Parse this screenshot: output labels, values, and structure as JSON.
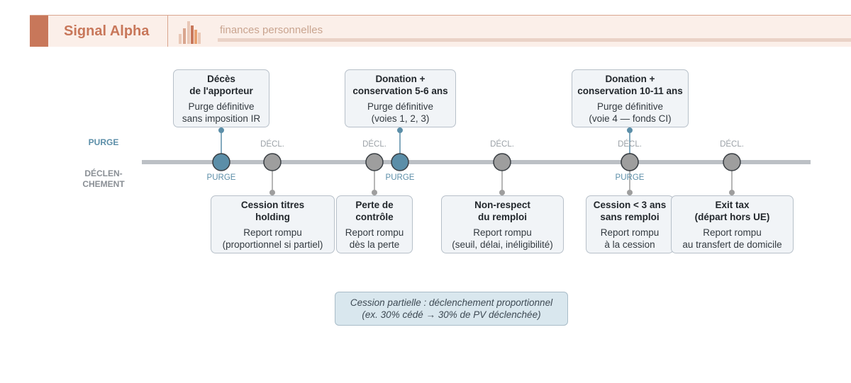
{
  "header": {
    "brand": "Signal Alpha",
    "subtitle": "finances personnelles",
    "logo_icon": "bar-chart-logo-icon"
  },
  "colors": {
    "accent": "#c8775a",
    "purge": "#5b8ea8",
    "decl": "#9e9e9e",
    "axis": "#bcc0c5",
    "box_bg": "#f1f4f7",
    "box_border": "#b7c0c9",
    "note_bg": "#d9e7ee"
  },
  "lanes": {
    "purge": "PURGE",
    "decl_line1": "DÉCLEN-",
    "decl_line2": "CHEMENT"
  },
  "tags": {
    "purge": "PURGE",
    "decl": "DÉCL."
  },
  "events": [
    {
      "lane": "purge",
      "title": [
        "Décès",
        "de l'apporteur"
      ],
      "desc": [
        "Purge définitive",
        "sans imposition IR"
      ]
    },
    {
      "lane": "decl",
      "title": [
        "Cession titres",
        "holding"
      ],
      "desc": [
        "Report rompu",
        "(proportionnel si partiel)"
      ]
    },
    {
      "lane": "decl",
      "title": [
        "Perte de",
        "contrôle"
      ],
      "desc": [
        "Report rompu",
        "dès la perte"
      ]
    },
    {
      "lane": "purge",
      "title": [
        "Donation +",
        "conservation 5-6 ans"
      ],
      "desc": [
        "Purge définitive",
        "(voies 1, 2, 3)"
      ]
    },
    {
      "lane": "decl",
      "title": [
        "Non-respect",
        "du remploi"
      ],
      "desc": [
        "Report rompu",
        "(seuil, délai, inéligibilité)"
      ]
    },
    {
      "lane": "purge",
      "title": [
        "Donation +",
        "conservation 10-11 ans"
      ],
      "desc": [
        "Purge définitive",
        "(voie 4 — fonds CI)"
      ]
    },
    {
      "lane": "decl",
      "title": [
        "Cession < 3 ans",
        "sans remploi"
      ],
      "desc": [
        "Report rompu",
        "à la cession"
      ]
    },
    {
      "lane": "decl",
      "title": [
        "Exit tax",
        "(départ hors UE)"
      ],
      "desc": [
        "Report rompu",
        "au transfert de domicile"
      ]
    }
  ],
  "note": {
    "line1": "Cession partielle : déclenchement proportionnel",
    "line2": "(ex. 30% cédé → 30% de PV déclenchée)"
  }
}
